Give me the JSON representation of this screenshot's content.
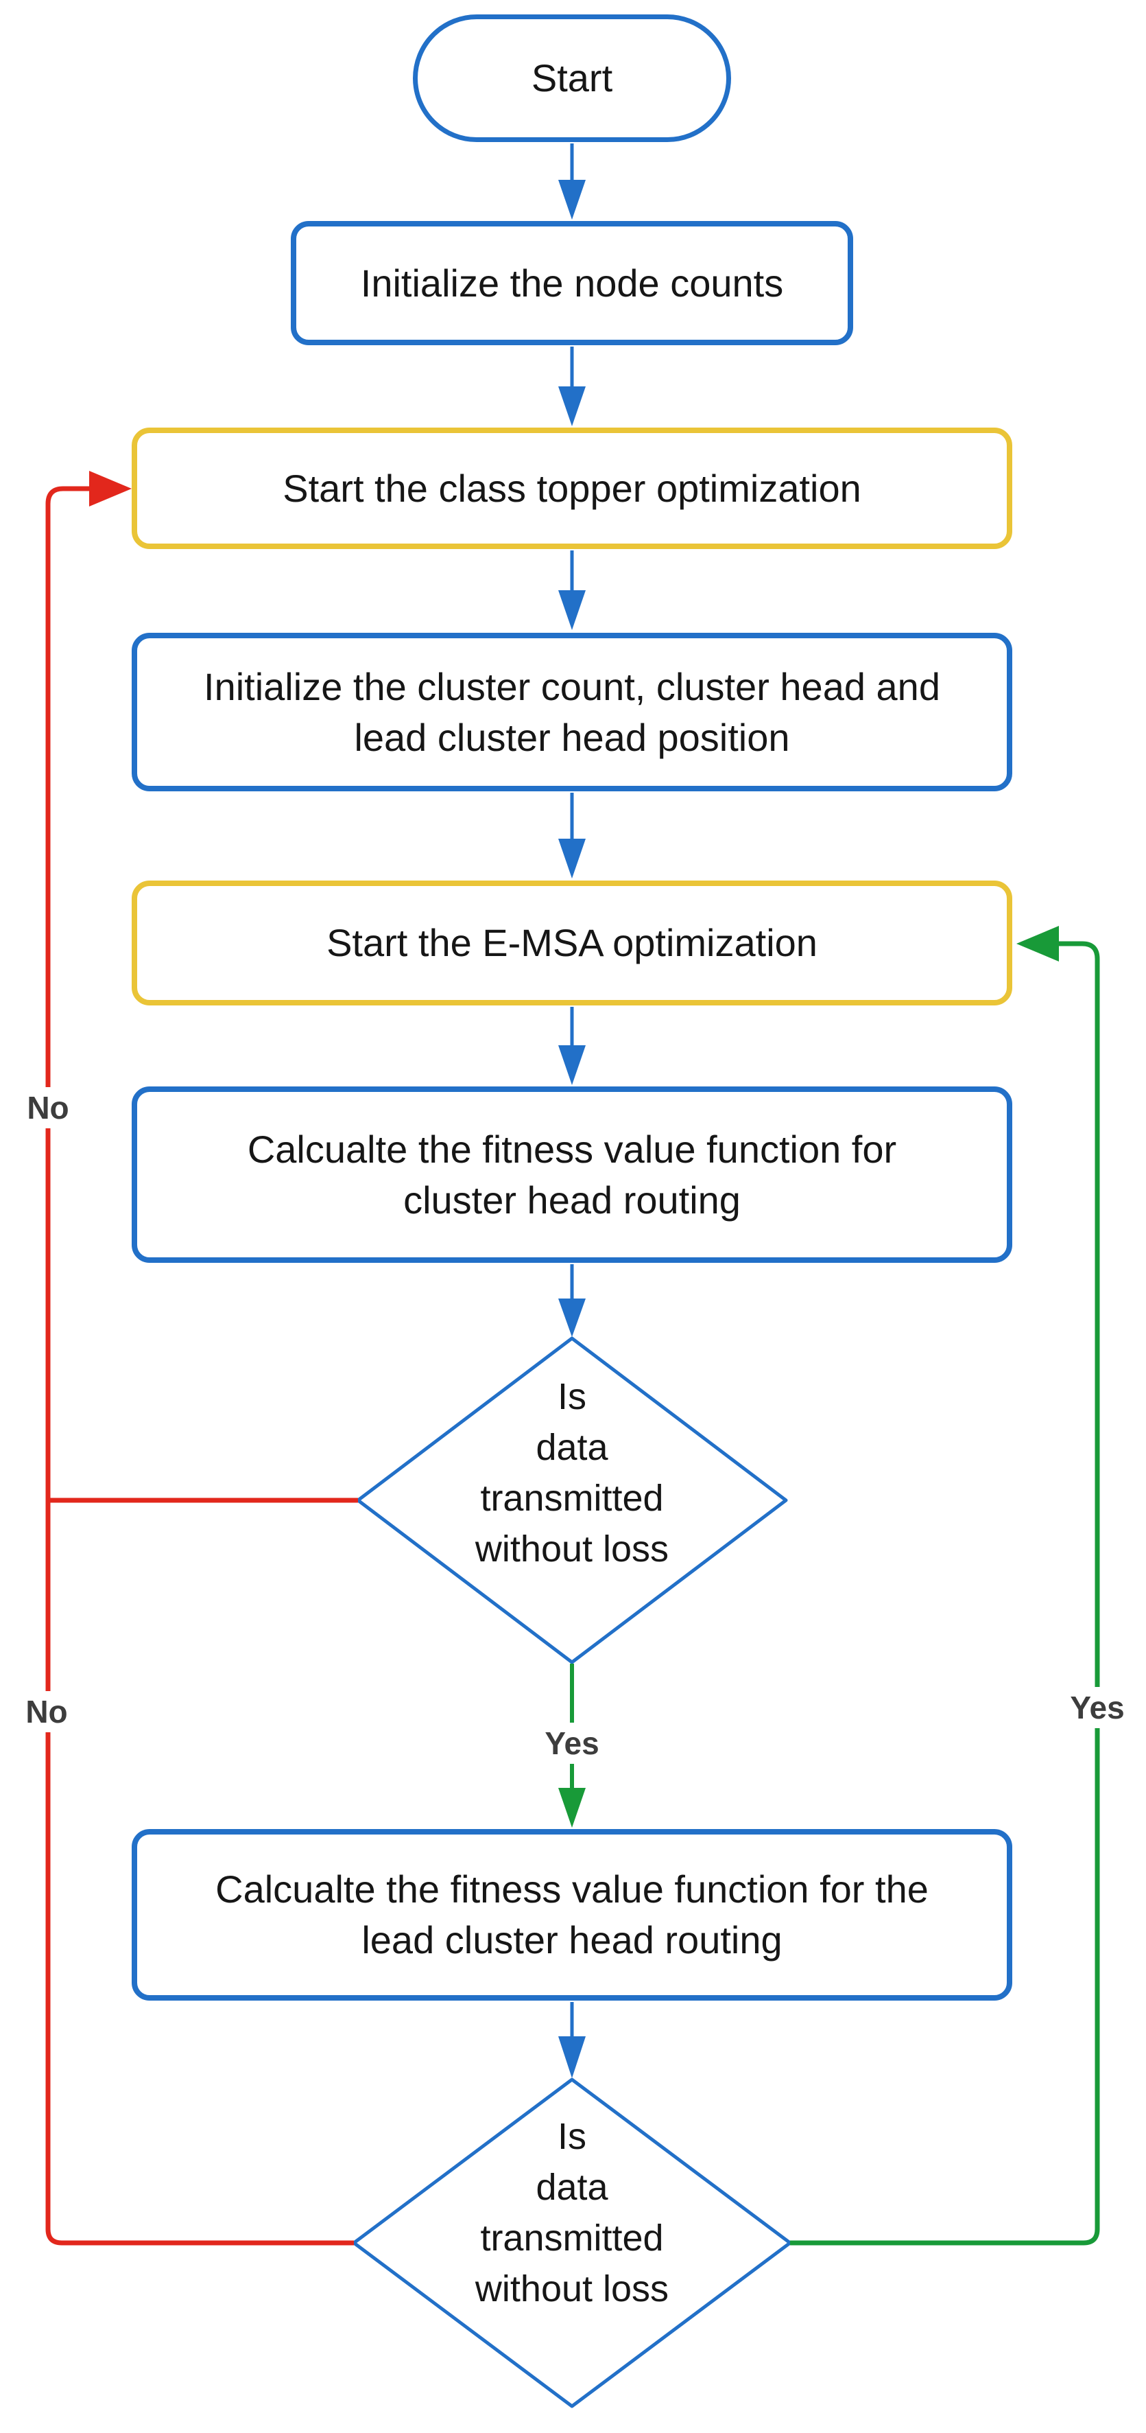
{
  "colors": {
    "blue": "#2270C8",
    "yellow": "#EAC437",
    "red": "#E2271C",
    "green": "#189A38",
    "text": "#161616",
    "label": "#3D3D3D",
    "bg": "#FFFFFF"
  },
  "nodes": {
    "start": {
      "label": "Start"
    },
    "init_nodes": {
      "label": "Initialize the node counts"
    },
    "class_topper": {
      "label": "Start the class topper optimization"
    },
    "init_cluster": {
      "lines": [
        "Initialize the cluster count, cluster head and",
        "lead cluster head position"
      ]
    },
    "emsa": {
      "label": "Start the E-MSA optimization"
    },
    "fitness_cluster": {
      "lines": [
        "Calcualte the fitness value function for",
        "cluster head routing"
      ]
    },
    "decision_1": {
      "lines": [
        "Is",
        "data",
        "transmitted",
        "without loss"
      ]
    },
    "fitness_lead": {
      "lines": [
        "Calcualte the fitness value function for the",
        "lead cluster head routing"
      ]
    },
    "decision_2": {
      "lines": [
        "Is",
        "data",
        "transmitted",
        "without loss"
      ]
    }
  },
  "edge_labels": {
    "no_1": "No",
    "no_2": "No",
    "yes_1": "Yes",
    "yes_2": "Yes"
  }
}
